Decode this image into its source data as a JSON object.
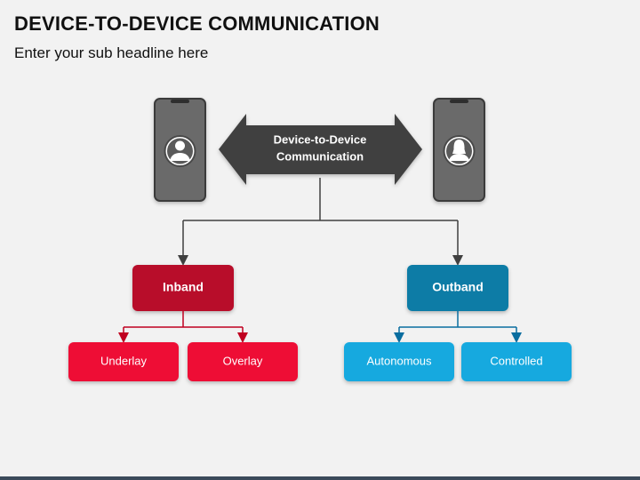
{
  "header": {
    "title": "DEVICE-TO-DEVICE COMMUNICATION",
    "subtitle": "Enter your sub headline here"
  },
  "center_arrow": {
    "line1": "Device-to-Device",
    "line2": "Communication"
  },
  "branches": {
    "inband": {
      "label": "Inband",
      "children": [
        "Underlay",
        "Overlay"
      ]
    },
    "outband": {
      "label": "Outband",
      "children": [
        "Autonomous",
        "Controlled"
      ]
    }
  },
  "icons": {
    "left_phone": "male-user-icon",
    "right_phone": "female-user-icon"
  },
  "colors": {
    "inband_dark": "#b8102a",
    "inband_light": "#ee0a35",
    "outband_dark": "#0a7ca6",
    "outband_light": "#17a9df",
    "arrow": "#404040",
    "phone_body": "#6b6b6b",
    "connector": "#404040"
  }
}
